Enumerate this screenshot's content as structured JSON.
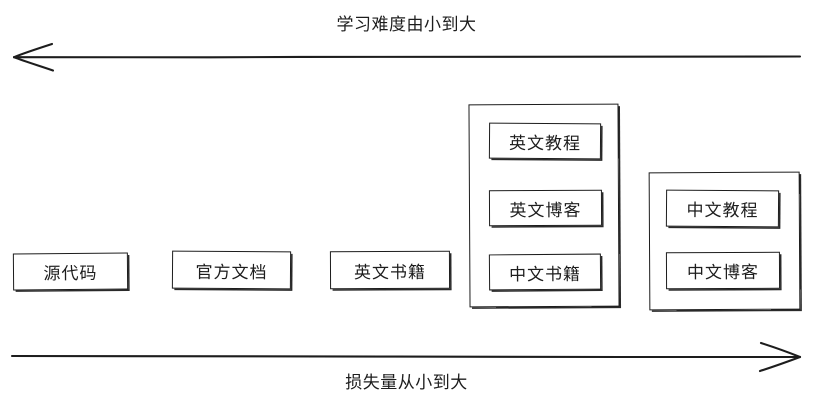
{
  "diagram": {
    "title_top": "学习难度由小到大",
    "title_bottom": "损失量从小到大",
    "top_axis": {
      "direction": "left",
      "arrow_icon": "arrow-left-icon"
    },
    "bottom_axis": {
      "direction": "right",
      "arrow_icon": "arrow-right-icon"
    },
    "nodes": [
      {
        "id": "source-code",
        "label": "源代码"
      },
      {
        "id": "official-docs",
        "label": "官方文档"
      },
      {
        "id": "english-books",
        "label": "英文书籍"
      }
    ],
    "groups": [
      {
        "id": "english-group",
        "items": [
          {
            "id": "english-tutorial",
            "label": "英文教程"
          },
          {
            "id": "english-blog",
            "label": "英文博客"
          },
          {
            "id": "chinese-books",
            "label": "中文书籍"
          }
        ]
      },
      {
        "id": "chinese-group",
        "items": [
          {
            "id": "chinese-tutorial",
            "label": "中文教程"
          },
          {
            "id": "chinese-blog",
            "label": "中文博客"
          }
        ]
      }
    ],
    "colors": {
      "stroke": "#1d1d1d",
      "background": "#ffffff",
      "text": "#1d1d1d"
    }
  }
}
